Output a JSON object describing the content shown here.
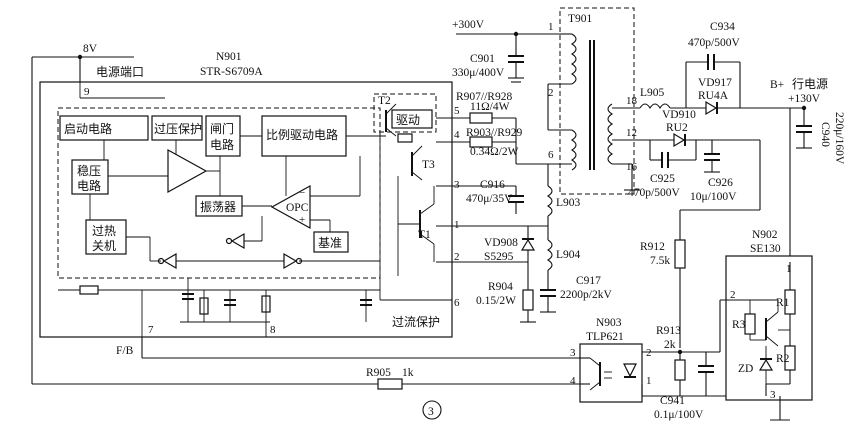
{
  "power": {
    "v8": "8V",
    "v300": "+300V",
    "b_plus": "B+",
    "b_plus_desc": "行电源",
    "v130": "+130V"
  },
  "n901": {
    "ref": "N901",
    "part": "STR-S6709A",
    "port_label": "电源端口",
    "blocks": {
      "startup": "启动电路",
      "overvoltage": "过压保护",
      "gate_line1": "闸门",
      "gate_line2": "电路",
      "prop_drive": "比例驱动电路",
      "regulator_line1": "稳压",
      "regulator_line2": "电路",
      "thermal_line1": "过热",
      "thermal_line2": "关机",
      "oscillator": "振荡器",
      "opc": "OPC",
      "reference": "基准",
      "drive": "驱动",
      "overcurrent": "过流保护"
    },
    "pins": [
      "9",
      "5",
      "4",
      "3",
      "1",
      "2",
      "6",
      "7",
      "8"
    ],
    "transistors": [
      "T2",
      "T3",
      "T1"
    ]
  },
  "components": {
    "r907": "R907//R928",
    "r907_val": "11Ω/4W",
    "r903": "R903//R929",
    "r903_val": "0.34Ω/2W",
    "c901": "C901",
    "c901_val": "330μ/400V",
    "c916": "C916",
    "c916_val": "470μ/35V",
    "vd908": "VD908",
    "vd908_val": "S5295",
    "r904": "R904",
    "r904_val": "0.15/2W",
    "c917": "C917",
    "c917_val": "2200p/2kV",
    "l903": "L903",
    "l904": "L904",
    "t901": "T901",
    "t901_pins": [
      "1",
      "2",
      "6",
      "18",
      "12",
      "16"
    ],
    "c934": "C934",
    "c934_val": "470p/500V",
    "l905": "L905",
    "vd917": "VD917",
    "vd917_val": "RU4A",
    "vd910": "VD910",
    "vd910_val": "RU2",
    "c925": "C925",
    "c925_val": "470p/500V",
    "c926": "C926",
    "c926_val": "10μ/100V",
    "c940": "C940",
    "c940_val": "220μ/160V",
    "r912": "R912",
    "r912_val": "7.5k",
    "r913": "R913",
    "r913_val": "2k",
    "c941": "C941",
    "c941_val": "0.1μ/100V",
    "r905": "R905",
    "r905_val": "1k",
    "fb": "F/B"
  },
  "n903": {
    "ref": "N903",
    "part": "TLP621",
    "pins": [
      "3",
      "4",
      "2",
      "1"
    ]
  },
  "n902": {
    "ref": "N902",
    "part": "SE130",
    "pins": [
      "1",
      "2",
      "3"
    ],
    "r1": "R1",
    "r2": "R2",
    "r3": "R3",
    "zd": "ZD"
  },
  "figure_number": "3"
}
